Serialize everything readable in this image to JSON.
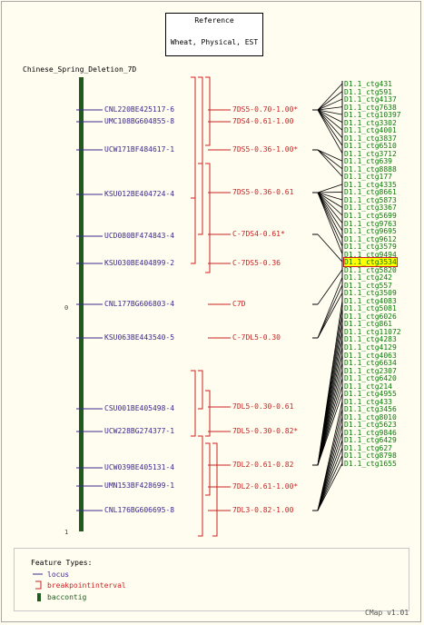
{
  "reference": {
    "title": "Reference",
    "subtitle": "Wheat, Physical, EST"
  },
  "map_title": "Chinese_Spring_Deletion_7D",
  "scale": {
    "top": "0",
    "bottom": "1"
  },
  "loci": [
    "CNL220BE425117-6",
    "UMC108BG604855-8",
    "UCW171BF484617-1",
    "KSU012BE404724-4",
    "UCD080BF474843-4",
    "KSU030BE404899-2",
    "CNL177BG606803-4",
    "KSU063BE443540-5",
    "CSU001BE405498-4",
    "UCW228BG274377-1",
    "UCW039BE405131-4",
    "UMN153BF428699-1",
    "CNL176BG606695-8"
  ],
  "breakpoints": [
    "7DS5-0.70-1.00*",
    "7DS4-0.61-1.00",
    "7DS5-0.36-1.00*",
    "7DS5-0.36-0.61",
    "C-7DS4-0.61*",
    "C-7DS5-0.36",
    "C7D",
    "C-7DL5-0.30",
    "7DL5-0.30-0.61",
    "7DL5-0.30-0.82*",
    "7DL2-0.61-0.82",
    "7DL2-0.61-1.00*",
    "7DL3-0.82-1.00"
  ],
  "contigs": [
    "D1.1_ctg431",
    "D1.1_ctg591",
    "D1.1_ctg4137",
    "D1.1_ctg7638",
    "D1.1_ctg10397",
    "D1.1_ctg3302",
    "D1.1_ctg4001",
    "D1.1_ctg3837",
    "D1.1_ctg6510",
    "D1.1_ctg3712",
    "D1.1_ctg639",
    "D1.1_ctg8888",
    "D1.1_ctg177",
    "D1.1_ctg4335",
    "D1.1_ctg8661",
    "D1.1_ctg5873",
    "D1.1_ctg3367",
    "D1.1_ctg5699",
    "D1.1_ctg9763",
    "D1.1_ctg9695",
    "D1.1_ctg9612",
    "D1.1_ctg3579",
    "D1.1_ctg9494",
    "D1.1_ctg3534",
    "D1.1_ctg5820",
    "D1.1_ctg242",
    "D1.1_ctg557",
    "D1.1_ctg3509",
    "D1.1_ctg4083",
    "D1.1_ctg5081",
    "D1.1_ctg6026",
    "D1.1_ctg861",
    "D1.1_ctg11072",
    "D1.1_ctg4283",
    "D1.1_ctg4129",
    "D1.1_ctg4063",
    "D1.1_ctg6634",
    "D1.1_ctg2307",
    "D1.1_ctg6420",
    "D1.1_ctg214",
    "D1.1_ctg4955",
    "D1.1_ctg433",
    "D1.1_ctg3456",
    "D1.1_ctg8010",
    "D1.1_ctg5623",
    "D1.1_ctg9846",
    "D1.1_ctg6429",
    "D1.1_ctg627",
    "D1.1_ctg8798",
    "D1.1_ctg1655"
  ],
  "highlighted_contig": "D1.1_ctg3534",
  "legend": {
    "title": "Feature Types:",
    "items": [
      "locus",
      "breakpointinterval",
      "baccontig"
    ]
  },
  "version": "CMap v1.01",
  "colors": {
    "locus": "#3b2a8a",
    "breakpoint": "#cc2020",
    "contig": "#0a7a0a",
    "map_bar": "#1f5a1f",
    "highlight": "#ffff00"
  }
}
